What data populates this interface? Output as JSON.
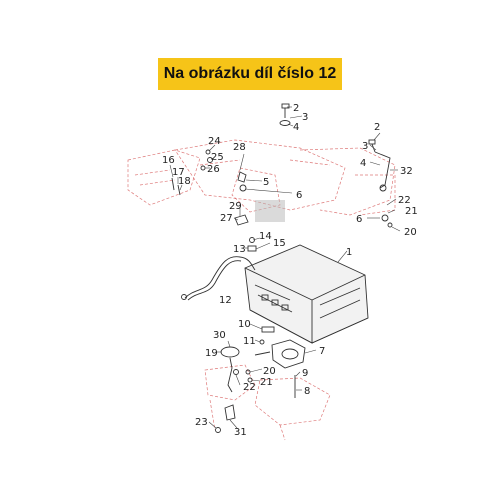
{
  "banner": {
    "text": "Na obrázku díl číslo 12",
    "color": "#f6c418"
  },
  "callouts": [
    "1",
    "2",
    "3",
    "4",
    "2",
    "3",
    "4",
    "32",
    "5",
    "6",
    "22",
    "21",
    "6",
    "20",
    "28",
    "24",
    "25",
    "26",
    "16",
    "17",
    "18",
    "29",
    "27",
    "14",
    "13",
    "15",
    "12",
    "10",
    "11",
    "30",
    "19",
    "7",
    "20",
    "9",
    "21",
    "22",
    "8",
    "23",
    "31"
  ]
}
